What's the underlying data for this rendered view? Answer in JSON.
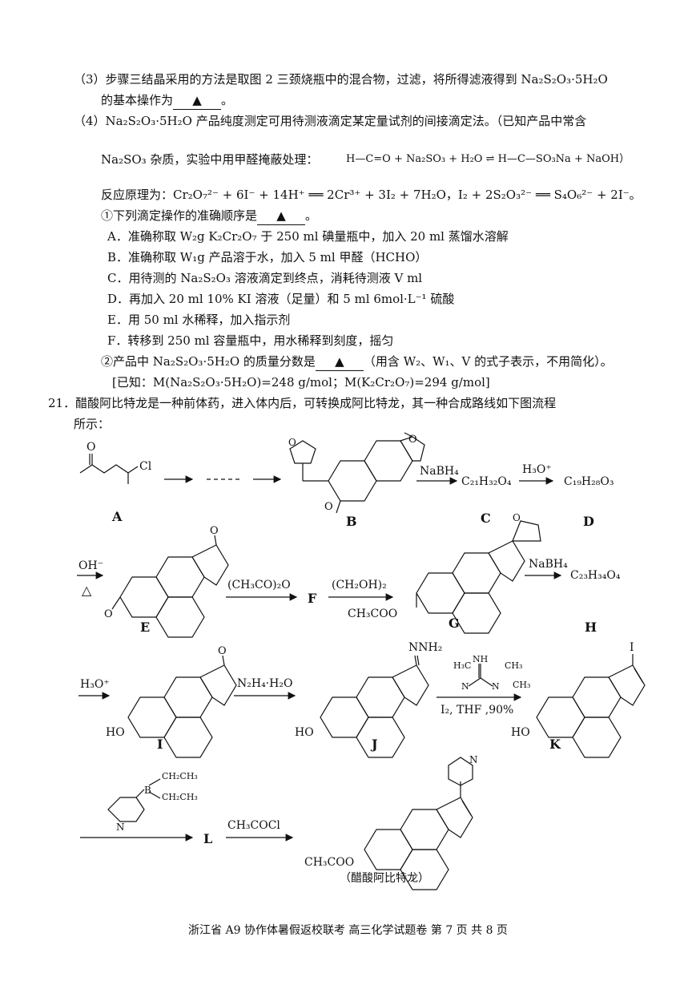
{
  "q3": {
    "line1": "（3）步骤三结晶采用的方法是取图 2 三颈烧瓶中的混合物，过滤，将所得滤液得到 Na₂S₂O₃·5H₂O",
    "line2_pre": "的基本操作为",
    "blank": "▲",
    "line2_post": "。"
  },
  "q4": {
    "line1": "（4）Na₂S₂O₃·5H₂O 产品纯度测定可用待测液滴定某定量试剂的间接滴定法。（已知产品中常含",
    "line2": "Na₂SO₃ 杂质，实验中用甲醛掩蔽处理：",
    "eq_rxn": "H—C=O + Na₂SO₃ + H₂O ⇌ H—C—SO₃Na + NaOH）",
    "line3": "反应原理为：Cr₂O₇²⁻ + 6I⁻ + 14H⁺ ══ 2Cr³⁺ + 3I₂ + 7H₂O，I₂ + 2S₂O₃²⁻ ══ S₄O₆²⁻ + 2I⁻。",
    "sub1_pre": "①下列滴定操作的准确顺序是",
    "sub1_blank": "▲",
    "sub1_post": "。",
    "options": [
      "A．准确称取 W₂g K₂Cr₂O₇ 于 250 ml 碘量瓶中，加入 20 ml 蒸馏水溶解",
      "B．准确称取 W₁g 产品溶于水，加入 5 ml 甲醛（HCHO）",
      "C．用待测的 Na₂S₂O₃ 溶液滴定到终点，消耗待测液 V ml",
      "D．再加入 20 ml 10% KI 溶液（足量）和 5 ml 6mol·L⁻¹ 硫酸",
      "E．用 50 ml 水稀释，加入指示剂",
      "F．转移到 250 ml 容量瓶中，用水稀释到刻度，摇匀"
    ],
    "sub2_pre": "②产品中 Na₂S₂O₃·5H₂O 的质量分数是",
    "sub2_blank": "▲",
    "sub2_post": "（用含 W₂、W₁、V 的式子表示，不用简化）。",
    "known": "[已知：M(Na₂S₂O₃·5H₂O)=248 g/mol；M(K₂Cr₂O₇)=294 g/mol]"
  },
  "q21": {
    "line1": "21．醋酸阿比特龙是一种前体药，进入体内后，可转换成阿比特龙，其一种合成路线如下图流程",
    "line2": "所示："
  },
  "scheme": {
    "labels": [
      "A",
      "B",
      "C",
      "D",
      "E",
      "F",
      "G",
      "H",
      "I",
      "J",
      "K",
      "L"
    ],
    "c_formula": "C₂₁H₃₂O₄",
    "d_formula": "C₁₉H₂₈O₃",
    "h_formula": "C₂₃H₃₄O₄",
    "r_nabh4_1": "NaBH₄",
    "r_h3o_1": "H₃O⁺",
    "r_oh": "OH⁻",
    "r_delta": "△",
    "r_ac2o": "(CH₃CO)₂O",
    "r_glycol": "(CH₂OH)₂",
    "r_nabh4_2": "NaBH₄",
    "r_h3o_2": "H₃O⁺",
    "r_hydrazine": "N₂H₄·H₂O",
    "r_i2": "I₂, THF ,90%",
    "r_acetyl": "CH₃COCl",
    "grp_acetate": "CH₃COO",
    "grp_ho": "HO",
    "grp_nnh2": "NNH₂",
    "grp_o": "O",
    "grp_cl": "Cl",
    "grp_i": "I",
    "grp_n": "N",
    "grp_b": "B",
    "grp_et": "CH₂CH₃",
    "grp_nh": "NH",
    "grp_ch3": "CH₃",
    "grp_ch3n": "H₃C",
    "product_name": "（醋酸阿比特龙）"
  },
  "footer": "浙江省 A9 协作体暑假返校联考 高三化学试题卷  第 7 页 共 8 页"
}
